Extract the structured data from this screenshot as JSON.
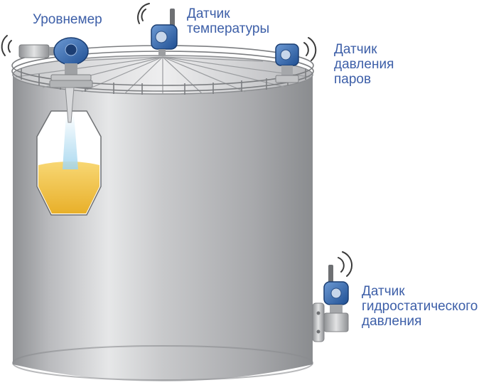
{
  "labels": {
    "level_sensor": [
      "Уровнемер"
    ],
    "temperature_sensor": [
      "Датчик",
      "температуры"
    ],
    "vapor_pressure_sensor": [
      "Датчик",
      "давления",
      "паров"
    ],
    "hydrostatic_pressure_sensor": [
      "Датчик",
      "гидростатического",
      "давления"
    ]
  },
  "colors": {
    "label_text": "#3d5fa8",
    "tank_body": "#b8b9bb",
    "product_fill": "#f3c44a",
    "transmitter_blue": "#2f63a8",
    "signal_waves": "#3a3a3a"
  },
  "icons": [
    "tank",
    "radar-level-transmitter-icon",
    "wireless-temperature-transmitter-icon",
    "pressure-transmitter-icon",
    "wireless-signal-icon"
  ]
}
